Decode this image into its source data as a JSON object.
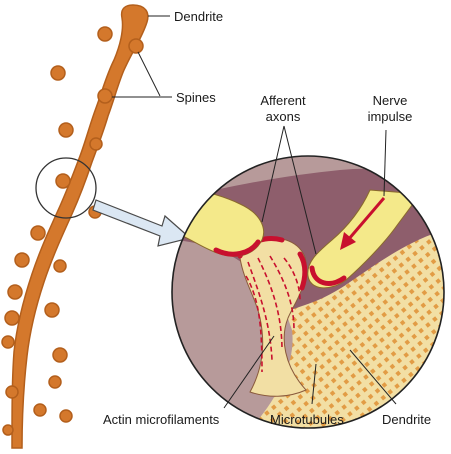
{
  "labels": {
    "dendrite_top": "Dendrite",
    "spines": "Spines",
    "afferent_line1": "Afferent",
    "afferent_line2": "axons",
    "nerve_line1": "Nerve",
    "nerve_line2": "impulse",
    "actin": "Actin microfilaments",
    "microtubules": "Microtubules",
    "dendrite_bottom": "Dendrite"
  },
  "colors": {
    "dendrite_fill": "#d4782c",
    "dendrite_dark": "#b35f1c",
    "circle_bg": "#b79a9a",
    "dark_band": "#8e5e6c",
    "spine_fill": "#f2dfa4",
    "terminal_fill": "#f4e98a",
    "synapse_red": "#c8102e",
    "arrow_fill": "#dbe7f3"
  }
}
